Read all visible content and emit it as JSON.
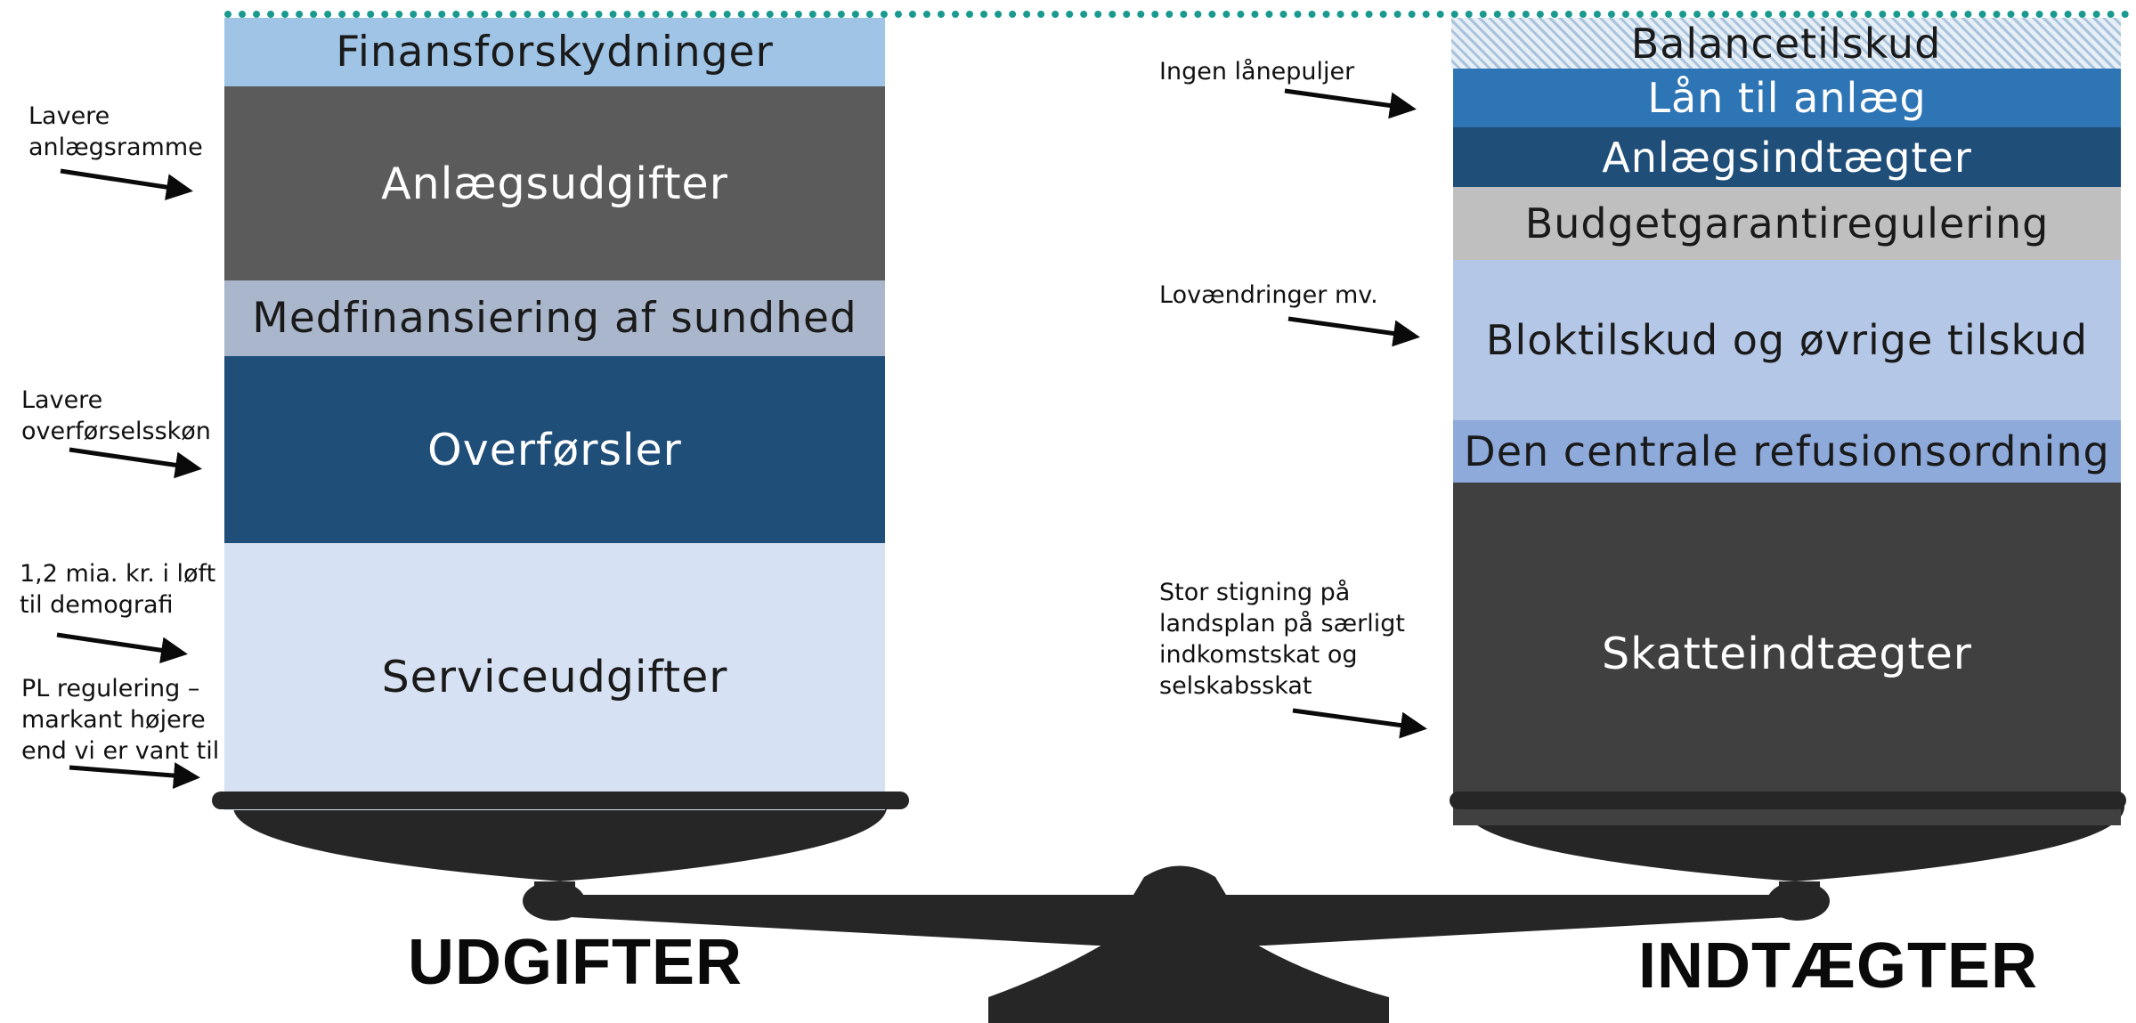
{
  "expenses": {
    "heading": "UDGIFTER",
    "blocks": [
      {
        "label": "Finansforskydninger",
        "color": "#9fc4e6",
        "text_color": "#1a1a1a"
      },
      {
        "label": "Anlægsudgifter",
        "color": "#5b5b5b",
        "text_color": "#ffffff"
      },
      {
        "label": "Medfinansiering af sundhed",
        "color": "#a9b6cb",
        "text_color": "#1a1a1a"
      },
      {
        "label": "Overførsler",
        "color": "#1f4e79",
        "text_color": "#ffffff"
      },
      {
        "label": "Serviceudgifter",
        "color": "#d6e1f3",
        "text_color": "#1a1a1a"
      }
    ],
    "notes": [
      "Lavere\nanlægsramme",
      "Lavere\noverførselsskøn",
      "1,2 mia. kr. i løft\ntil demografi",
      "PL regulering –\nmarkant højere\nend vi er vant til"
    ]
  },
  "revenues": {
    "heading": "INDTÆGTER",
    "blocks": [
      {
        "label": "Balancetilskud",
        "color": "#dbe8f3",
        "text_color": "#1a1a1a"
      },
      {
        "label": "Lån til anlæg",
        "color": "#2e75b6",
        "text_color": "#ffffff"
      },
      {
        "label": "Anlægsindtægter",
        "color": "#1f4e79",
        "text_color": "#ffffff"
      },
      {
        "label": "Budgetgarantiregulering",
        "color": "#bfbfbf",
        "text_color": "#1a1a1a"
      },
      {
        "label": "Bloktilskud og øvrige tilskud",
        "color": "#b4c7e7",
        "text_color": "#1a1a1a"
      },
      {
        "label": "Den centrale refusionsordning",
        "color": "#8eaadb",
        "text_color": "#1a1a1a"
      },
      {
        "label": "Skatteindtægter",
        "color": "#404040",
        "text_color": "#ffffff"
      }
    ],
    "notes": [
      "Ingen lånepuljer",
      "Lovændringer mv.",
      "Stor stigning på\nlandsplan på særligt\nindkomstskat og\nselskabsskat"
    ]
  },
  "colors": {
    "scale": "#262626",
    "divider": "#1a9a8e",
    "arrow": "#0a0a0a"
  }
}
